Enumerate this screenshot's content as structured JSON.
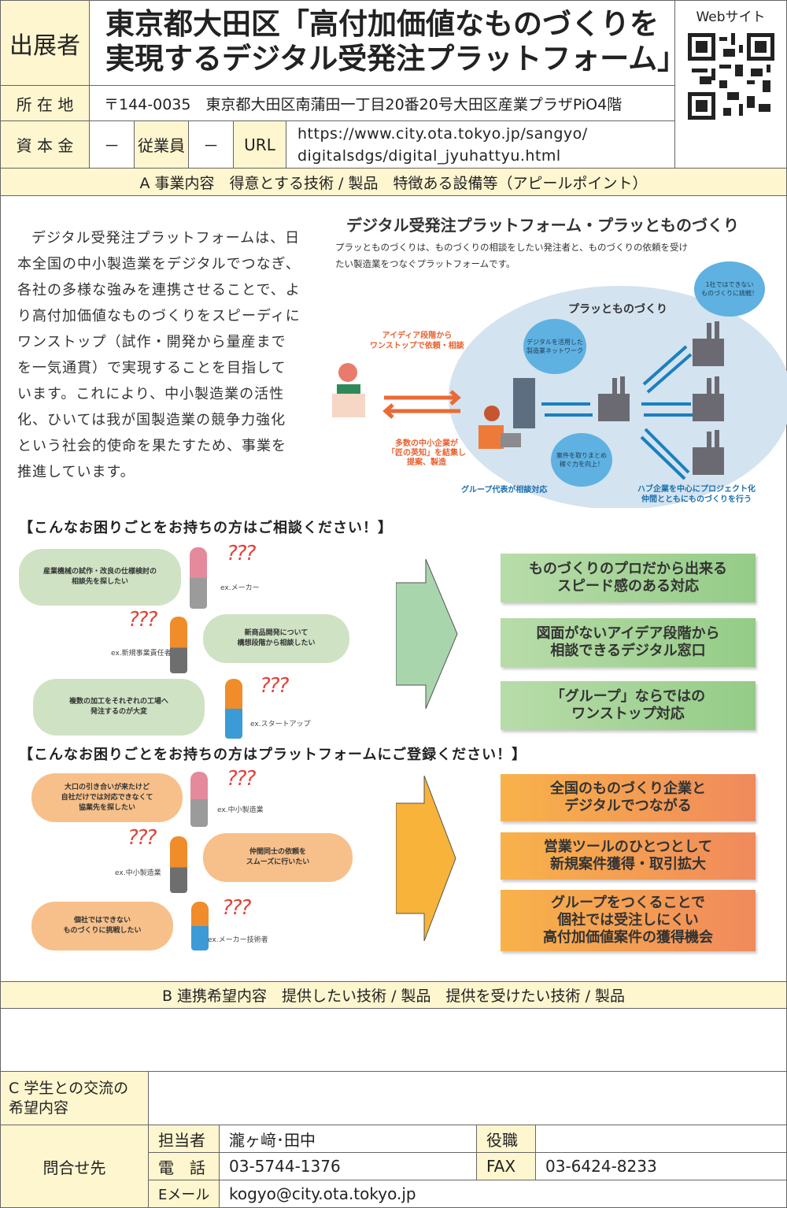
{
  "header": {
    "exhibitor_label": "出展者",
    "title_line1": "東京都大田区「高付加価値なものづくりを",
    "title_line2": "実現するデジタル受発注プラットフォーム」",
    "website_label": "Webサイト",
    "address_label": "所 在 地",
    "address": "〒144-0035　東京都大田区南蒲田一丁目20番20号大田区産業プラザPiO4階",
    "capital_label": "資 本 金",
    "capital": "－",
    "employees_label": "従業員",
    "employees": "－",
    "url_label": "URL",
    "url_line1": "https://www.city.ota.tokyo.jp/sangyo/",
    "url_line2": "digitalsdgs/digital_jyuhattyu.html"
  },
  "section_a": {
    "heading": "A 事業内容　得意とする技術 / 製品　特徴ある設備等（アピールポイント）",
    "description": "デジタル受発注プラットフォームは、日本全国の中小製造業をデジタルでつなぎ、各社の多様な強みを連携させることで、より高付加価値なものづくりをスピーディにワンストップ（試作・開発から量産までを一気通貫）で実現することを目指しています。これにより、中小製造業の活性化、ひいては我が国製造業の競争力強化という社会的使命を果たすため、事業を推進しています。",
    "diagram": {
      "title": "デジタル受発注プラットフォーム・プラッとものづくり",
      "subtitle_line1": "プラッとものづくりは、ものづくりの相談をしたい発注者と、ものづくりの依頼を受け",
      "subtitle_line2": "たい製造業をつなぐプラットフォームです。",
      "circle_label": "プラッとものづくり",
      "left_top": "アイディア段階から\nワンストップで依頼・相談",
      "left_bottom": "多数の中小企業が\n「匠の英知」を結集し\n提案、製造",
      "bubble_network": "デジタルを活用した\n製造業ネットワーク",
      "bubble_earn": "案件を取りまとめ\n稼ぐ力を向上！",
      "bubble_challenge": "1社ではできない\nものづくりに挑戦！",
      "group_rep": "グループ代表が相談対応",
      "hub": "ハブ企業を中心にプロジェクト化\n仲間とともにものづくりを行う"
    },
    "consult": {
      "heading": "【こんなお困りごとをお持ちの方はご相談ください！】",
      "bubbles": [
        "産業機械の試作・改良の仕様検討の\n相談先を探したい",
        "新商品開発について\n構想段階から相談したい",
        "複数の加工をそれぞれの工場へ\n発注するのが大変"
      ],
      "examples": [
        "ex.メーカー",
        "ex.新規事業責任者",
        "ex.スタートアップ"
      ],
      "question": "???",
      "benefits": [
        "ものづくりのプロだから出来る\nスピード感のある対応",
        "図面がないアイデア段階から\n相談できるデジタル窓口",
        "「グループ」ならではの\nワンストップ対応"
      ]
    },
    "register": {
      "heading": "【こんなお困りごとをお持ちの方はプラットフォームにご登録ください！】",
      "bubbles": [
        "大口の引き合いが来たけど\n自社だけでは対応できなくて\n協業先を探したい",
        "仲間同士の依頼を\nスムーズに行いたい",
        "個社ではできない\nものづくりに挑戦したい"
      ],
      "examples": [
        "ex.中小製造業",
        "ex.中小製造業",
        "ex.メーカー技術者"
      ],
      "benefits": [
        "全国のものづくり企業と\nデジタルでつながる",
        "営業ツールのひとつとして\n新規案件獲得・取引拡大",
        "グループをつくることで\n個社では受注しにくい\n高付加価値案件の獲得機会"
      ]
    }
  },
  "section_b": {
    "heading": "B 連携希望内容　提供したい技術 / 製品　提供を受けたい技術 / 製品"
  },
  "section_c": {
    "heading": "C 学生との交流の\n希望内容"
  },
  "contact": {
    "label": "問合せ先",
    "person_label": "担当者",
    "person": "瀧ヶ﨑･田中",
    "role_label": "役職",
    "role": "",
    "tel_label": "電　話",
    "tel": "03-5744-1376",
    "fax_label": "FAX",
    "fax": "03-6424-8233",
    "email_label": "Eメール",
    "email": "kogyo@city.ota.tokyo.jp"
  },
  "colors": {
    "yellow": "#fdf6cf",
    "green": "#cfe3c4",
    "orange": "#f7c08a",
    "blue": "#1b7fbf",
    "red": "#e86a3a"
  }
}
